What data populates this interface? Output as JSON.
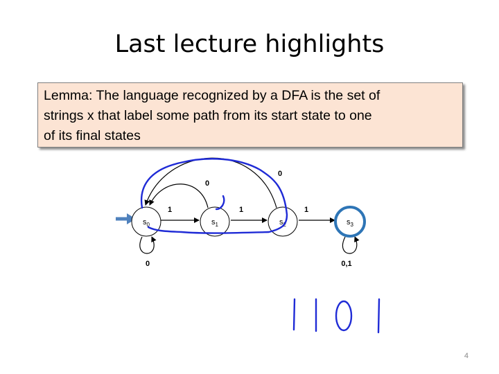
{
  "title": "Last lecture highlights",
  "lemma": "Lemma:  The language recognized by a DFA is the set of\nstrings x that label some path from its start state to one\nof its final states",
  "dfa": {
    "states": [
      {
        "name": "s",
        "sub": "0",
        "start": true,
        "final": false
      },
      {
        "name": "s",
        "sub": "1",
        "start": false,
        "final": false
      },
      {
        "name": "s",
        "sub": "2",
        "start": false,
        "final": false
      },
      {
        "name": "s",
        "sub": "3",
        "start": false,
        "final": true
      }
    ],
    "transitions": {
      "s0_s1": "1",
      "s1_s2": "1",
      "s2_s3": "1",
      "s1_s0": "0",
      "s2_s0": "0",
      "s0_loop": "0",
      "s3_loop": "0,1"
    }
  },
  "handwritten": "1101",
  "page_number": "4",
  "colors": {
    "ink": "#1f2bd6",
    "final_state": "#2e75b6",
    "start_arrow": "#4f81bd",
    "lemma_bg": "#fce4d4"
  }
}
